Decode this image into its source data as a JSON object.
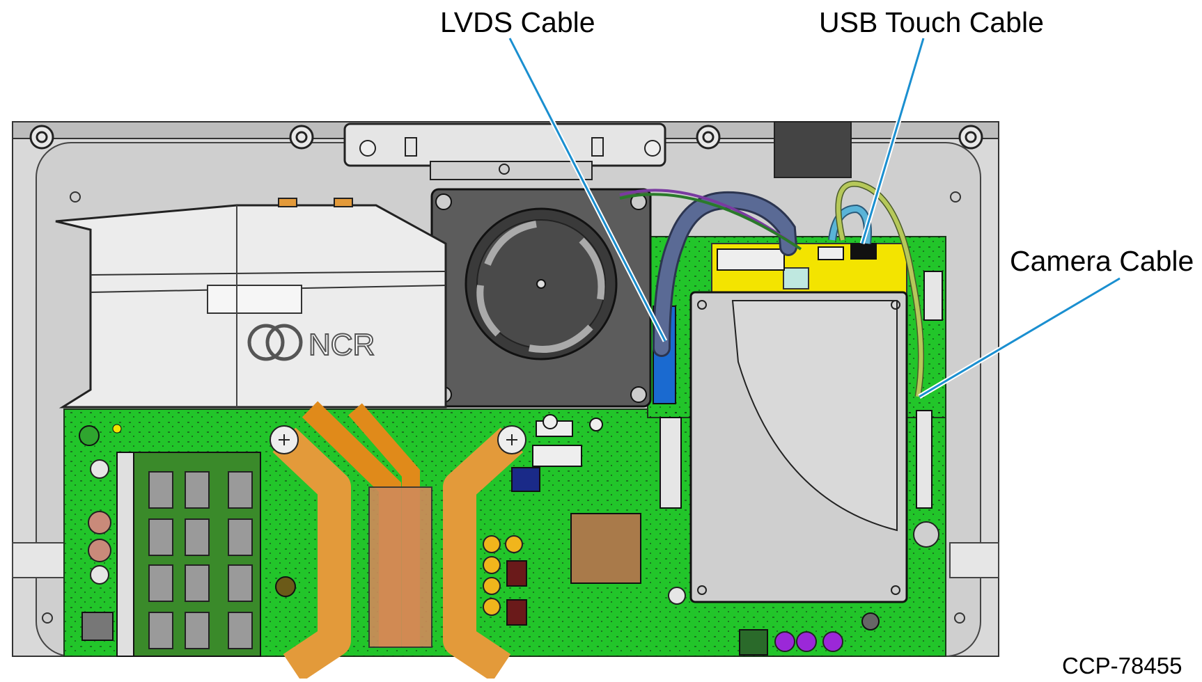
{
  "labels": {
    "lvds": "LVDS Cable",
    "usb_touch": "USB Touch Cable",
    "camera": "Camera Cable"
  },
  "figure_id": "CCP-78455",
  "logo": {
    "text": "NCR"
  },
  "colors": {
    "leader_line": "#1a8fd0",
    "pcb_green": "#22c52a",
    "chassis": "#d9d9d9",
    "chassis_dark": "#bdbdbd",
    "fan": "#5c5c5c",
    "heatpipe": "#e39a3a",
    "copper": "#d08a5a",
    "hdd": "#cfcfcf",
    "yellow_tape": "#f3e400",
    "cable_blue": "#5a6a95",
    "cable_green": "#b6c85a",
    "cable_cyan": "#5ab4d8",
    "ram_green": "#3a8a2a",
    "ram_chip": "#9a9a9a",
    "purple_cap": "#9b28d8"
  }
}
